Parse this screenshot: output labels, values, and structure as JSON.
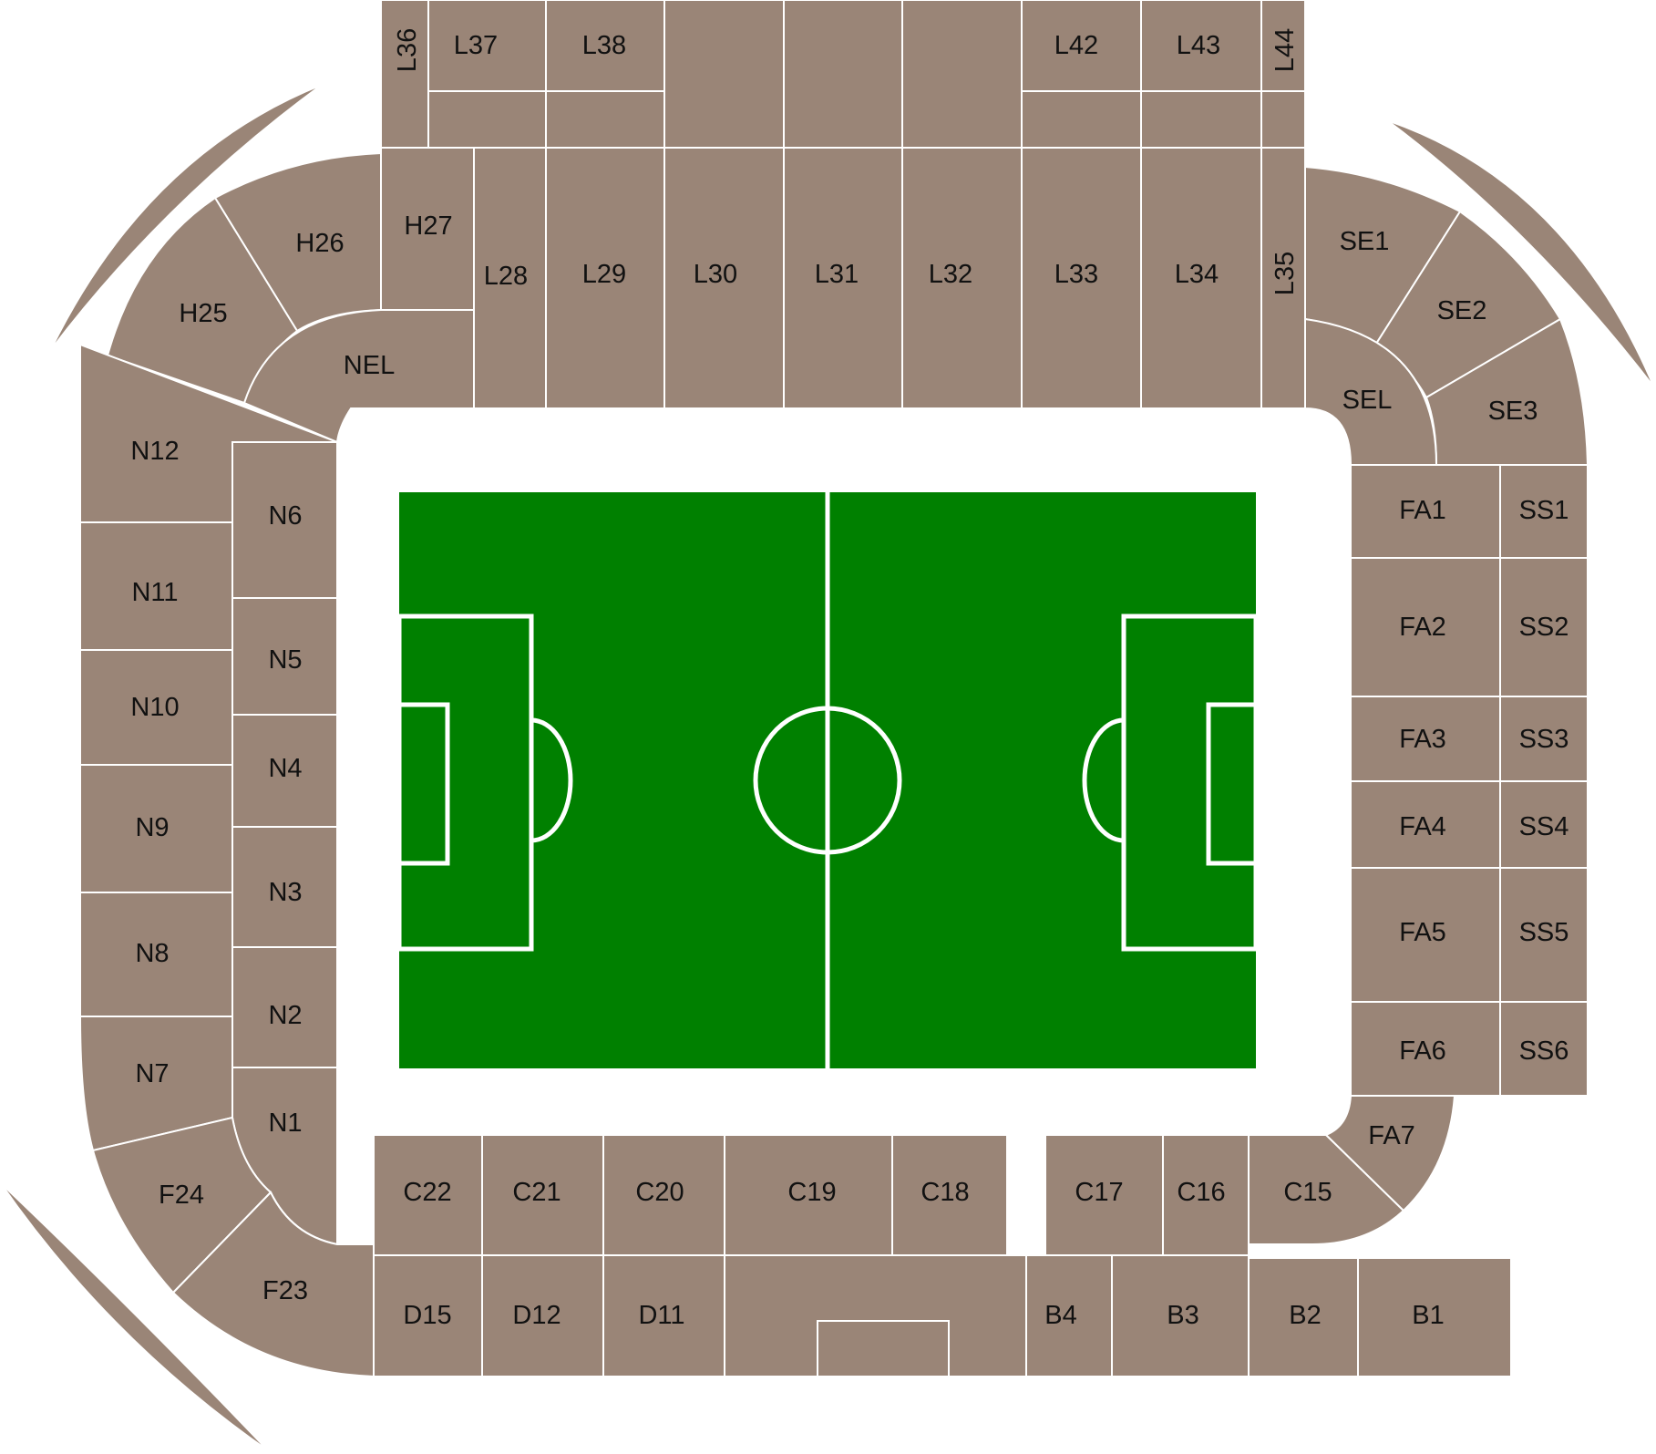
{
  "colors": {
    "section": "#9a8577",
    "pitch": "#008000",
    "lines": "#ffffff",
    "label": "#111111"
  },
  "sections": {
    "L36": "L36",
    "L37": "L37",
    "L38": "L38",
    "L42": "L42",
    "L43": "L43",
    "L44": "L44",
    "H25": "H25",
    "H26": "H26",
    "H27": "H27",
    "NEL": "NEL",
    "L28": "L28",
    "L29": "L29",
    "L30": "L30",
    "L31": "L31",
    "L32": "L32",
    "L33": "L33",
    "L34": "L34",
    "L35": "L35",
    "SE1": "SE1",
    "SE2": "SE2",
    "SE3": "SE3",
    "SEL": "SEL",
    "N1": "N1",
    "N2": "N2",
    "N3": "N3",
    "N4": "N4",
    "N5": "N5",
    "N6": "N6",
    "N7": "N7",
    "N8": "N8",
    "N9": "N9",
    "N10": "N10",
    "N11": "N11",
    "N12": "N12",
    "F23": "F23",
    "F24": "F24",
    "C15": "C15",
    "C16": "C16",
    "C17": "C17",
    "C18": "C18",
    "C19": "C19",
    "C20": "C20",
    "C21": "C21",
    "C22": "C22",
    "D11": "D11",
    "D12": "D12",
    "D15": "D15",
    "B1": "B1",
    "B2": "B2",
    "B3": "B3",
    "B4": "B4",
    "FA1": "FA1",
    "FA2": "FA2",
    "FA3": "FA3",
    "FA4": "FA4",
    "FA5": "FA5",
    "FA6": "FA6",
    "FA7": "FA7",
    "SS1": "SS1",
    "SS2": "SS2",
    "SS3": "SS3",
    "SS4": "SS4",
    "SS5": "SS5",
    "SS6": "SS6"
  }
}
